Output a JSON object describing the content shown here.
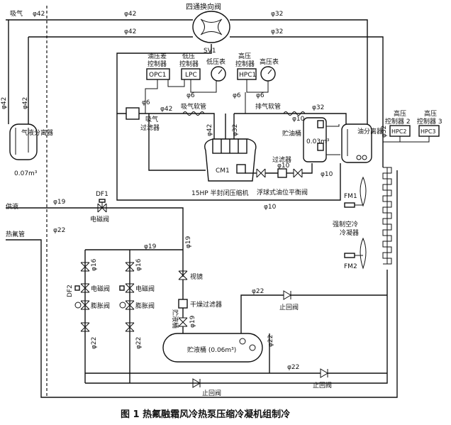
{
  "labels": {
    "suction_gas": "吸气",
    "supply_liquid": "供液",
    "hot_gas_pipe": "热氟管",
    "four_way_valve": "四通换向阀",
    "sv1": "SV1",
    "opc_ctrl_1": "油压差",
    "opc_ctrl_2": "控制器",
    "opc": "OPC1",
    "lpc_ctrl_1": "低压",
    "lpc_ctrl_2": "控制器",
    "lpc": "LPC",
    "low_gauge": "低压表",
    "hpc_ctrl_1": "高压",
    "hpc_ctrl_2": "控制器",
    "hpc1": "HPC1",
    "high_gauge": "高压表",
    "hpc2_ctrl_1": "高压",
    "hpc2_ctrl_2": "控制器 2",
    "hpc2": "HPC2",
    "hpc3_ctrl_1": "高压",
    "hpc3_ctrl_2": "控制器 3",
    "hpc3": "HPC3",
    "gas_liquid_separator": "气液分离器",
    "separator_volume": "0.07m³",
    "suction_filter_1": "吸气",
    "suction_filter_2": "过滤器",
    "suction_hose": "吸气软管",
    "discharge_hose": "排气软管",
    "oil_reservoir": "贮油桶",
    "oil_volume": "0.03m³",
    "oil_separator": "油分离器",
    "filter": "过滤器",
    "cm1": "CM1",
    "compressor": "15HP 半封闭压缩机",
    "float_valve": "浮球式油位平衡阀",
    "df1": "DF1",
    "solenoid_1": "电磁阀",
    "df2": "DF2",
    "solenoid_2": "电磁阀",
    "solenoid_3": "电磁阀",
    "expansion_1": "膨胀阀",
    "expansion_2": "膨胀阀",
    "sight_glass": "视镜",
    "dry_filter": "干燥过滤器",
    "liquid_receiver_short": "贮液桶",
    "liquid_receiver": "贮液桶 (0.06m³)",
    "check_valve_1": "止回阀",
    "check_valve_2": "止回阀",
    "check_valve_3": "止回阀",
    "fm1": "FM1",
    "fm2": "FM2",
    "condenser_1": "强制空冷",
    "condenser_2": "冷凝器",
    "caption": "图 1   热氟融霜风冷热泵压缩冷凝机组制冷"
  },
  "pipes": {
    "p42_a": "φ42",
    "p42_b": "φ42",
    "p42_c": "φ42",
    "p42_d": "φ42",
    "p42_e": "φ42",
    "p42_f": "φ42",
    "p42_g": "φ42",
    "p32_a": "φ32",
    "p32_b": "φ32",
    "p32_c": "φ32",
    "p32_d": "φ32",
    "p32_e": "φ32",
    "p6_a": "φ6",
    "p6_b": "φ6",
    "p6_c": "φ6",
    "p6_d": "φ6",
    "p10_a": "φ10",
    "p10_b": "φ10",
    "p10_c": "φ10",
    "p10_d": "φ10",
    "p19_a": "φ19",
    "p19_b": "φ19",
    "p19_c": "φ19",
    "p16_a": "φ16",
    "p16_b": "φ16",
    "p22_a": "φ22",
    "p22_b": "φ22",
    "p22_c": "φ22",
    "p22_d": "φ22",
    "p22_e": "φ22"
  }
}
